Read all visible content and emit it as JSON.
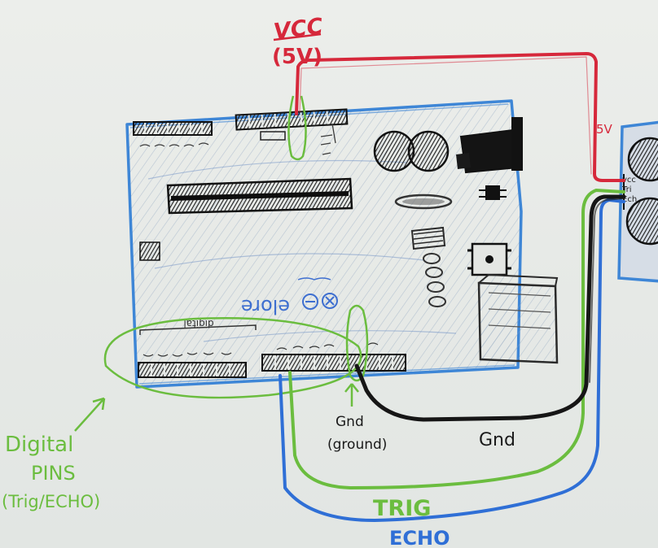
{
  "colors": {
    "paper": "#e9ebe8",
    "board_outline": "#3e86d6",
    "vcc_wire": "#d6283b",
    "trig_wire": "#6bbd3f",
    "echo_wire": "#2f6fd6",
    "gnd_wire": "#161616",
    "pencil": "#2a2a2a",
    "annotation_green": "#6bbd3f"
  },
  "labels": {
    "vcc_title": "VCC",
    "vcc_value": "(5V)",
    "sensor_5v": "5V",
    "gnd_board_line1": "Gnd",
    "gnd_board_line2": "(ground)",
    "gnd_wire": "Gnd",
    "trig_wire": "TRIG",
    "echo_wire": "ECHO",
    "digital_pins_line1": "Digital",
    "digital_pins_line2": "PINS",
    "digital_pins_line3": "(Trig/ECHO)",
    "board_logo": "elore",
    "board_digital": "digital",
    "sensor_pin_vcc": "vcc",
    "sensor_pin_trig": "Tri",
    "sensor_pin_echo": "Ech"
  }
}
